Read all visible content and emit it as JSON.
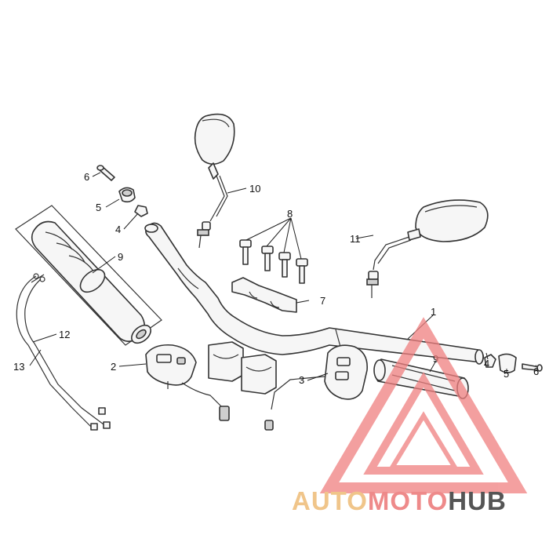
{
  "diagram": {
    "callouts": [
      {
        "id": "c1",
        "label": "1"
      },
      {
        "id": "c2",
        "label": "2"
      },
      {
        "id": "c3",
        "label": "3"
      },
      {
        "id": "c4a",
        "label": "4"
      },
      {
        "id": "c4b",
        "label": "4"
      },
      {
        "id": "c5a",
        "label": "5"
      },
      {
        "id": "c5b",
        "label": "5"
      },
      {
        "id": "c6a",
        "label": "6"
      },
      {
        "id": "c6b",
        "label": "6"
      },
      {
        "id": "c7",
        "label": "7"
      },
      {
        "id": "c8",
        "label": "8"
      },
      {
        "id": "c9a",
        "label": "9"
      },
      {
        "id": "c9b",
        "label": "9"
      },
      {
        "id": "c10",
        "label": "10"
      },
      {
        "id": "c11",
        "label": "11"
      },
      {
        "id": "c12",
        "label": "12"
      },
      {
        "id": "c13",
        "label": "13"
      }
    ]
  },
  "watermark": {
    "part1": "AUTO",
    "part2": "MOTO",
    "part3": "HUB",
    "colors": {
      "auto": "#f0c58a",
      "moto": "#ee8a8a",
      "hub": "#555555",
      "triangle": "#f08080"
    }
  }
}
